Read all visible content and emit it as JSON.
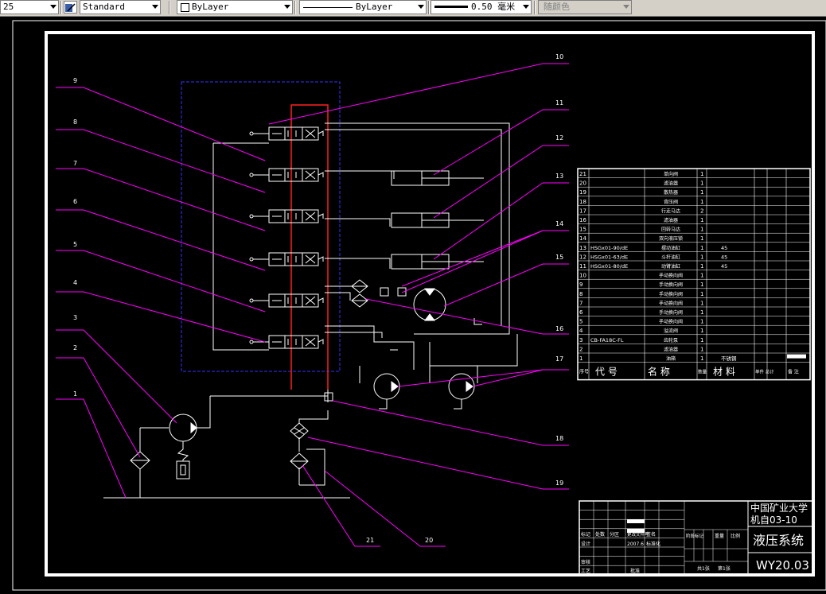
{
  "toolbar": {
    "scale_value": "25",
    "text_style": "Standard",
    "color": "ByLayer",
    "linetype": "ByLayer",
    "lineweight": "0.50 毫米",
    "plotstyle": "随颜色"
  },
  "drawing": {
    "callouts": [
      "1",
      "2",
      "3",
      "4",
      "5",
      "6",
      "7",
      "8",
      "9",
      "10",
      "11",
      "12",
      "13",
      "14",
      "15",
      "16",
      "17",
      "18",
      "19",
      "20",
      "21"
    ],
    "bom_rows": [
      {
        "no": "21",
        "code": "",
        "name": "单向阀",
        "qty": "1",
        "mat": ""
      },
      {
        "no": "20",
        "code": "",
        "name": "滤油器",
        "qty": "1",
        "mat": ""
      },
      {
        "no": "19",
        "code": "",
        "name": "散热器",
        "qty": "1",
        "mat": ""
      },
      {
        "no": "18",
        "code": "",
        "name": "背压阀",
        "qty": "1",
        "mat": ""
      },
      {
        "no": "17",
        "code": "",
        "name": "行走马达",
        "qty": "2",
        "mat": ""
      },
      {
        "no": "16",
        "code": "",
        "name": "滤油器",
        "qty": "1",
        "mat": ""
      },
      {
        "no": "15",
        "code": "",
        "name": "回转马达",
        "qty": "1",
        "mat": ""
      },
      {
        "no": "14",
        "code": "",
        "name": "双向液压锁",
        "qty": "1",
        "mat": ""
      },
      {
        "no": "13",
        "code": "HSGx01-90/dE",
        "name": "摆动油缸",
        "qty": "1",
        "mat": "45"
      },
      {
        "no": "12",
        "code": "HSGx01-63/dE",
        "name": "斗杆油缸",
        "qty": "1",
        "mat": "45"
      },
      {
        "no": "11",
        "code": "HSGx01-80/dE",
        "name": "动臂油缸",
        "qty": "1",
        "mat": "45"
      },
      {
        "no": "10",
        "code": "",
        "name": "手动换向阀",
        "qty": "1",
        "mat": ""
      },
      {
        "no": "9",
        "code": "",
        "name": "手动换向阀",
        "qty": "1",
        "mat": ""
      },
      {
        "no": "8",
        "code": "",
        "name": "手动换向阀",
        "qty": "1",
        "mat": ""
      },
      {
        "no": "7",
        "code": "",
        "name": "手动换向阀",
        "qty": "1",
        "mat": ""
      },
      {
        "no": "6",
        "code": "",
        "name": "手动换向阀",
        "qty": "1",
        "mat": ""
      },
      {
        "no": "5",
        "code": "",
        "name": "手动换向阀",
        "qty": "1",
        "mat": ""
      },
      {
        "no": "4",
        "code": "",
        "name": "溢流阀",
        "qty": "1",
        "mat": ""
      },
      {
        "no": "3",
        "code": "CB-FA18C-FL",
        "name": "齿轮泵",
        "qty": "1",
        "mat": ""
      },
      {
        "no": "2",
        "code": "",
        "name": "滤油器",
        "qty": "1",
        "mat": ""
      },
      {
        "no": "1",
        "code": "",
        "name": "油箱",
        "qty": "1",
        "mat": "不锈钢"
      }
    ],
    "bom_header": {
      "seq": "序号",
      "code": "代    号",
      "name": "名    称",
      "qty": "数量",
      "material": "材    料",
      "unit_weight": "单件 总计",
      "remark": "备 注"
    },
    "title_block": {
      "school": "中国矿业大学",
      "class": "机自03-10",
      "drawing_name": "液压系统",
      "drawing_no": "WY20.03",
      "sheet_total": "共1张",
      "sheet_no": "第1张",
      "designer_label": "设计",
      "date": "2007.6",
      "check_label": "审核",
      "process_label": "工艺",
      "approve_label": "批准",
      "standard_label": "标准化",
      "stage_label": "阶段标记",
      "weight_label": "重量",
      "scale_label": "比例",
      "mark_label": "标记",
      "count_label": "处数",
      "zone_label": "分区",
      "change_label": "更改文件号",
      "sign_label": "签名"
    }
  }
}
